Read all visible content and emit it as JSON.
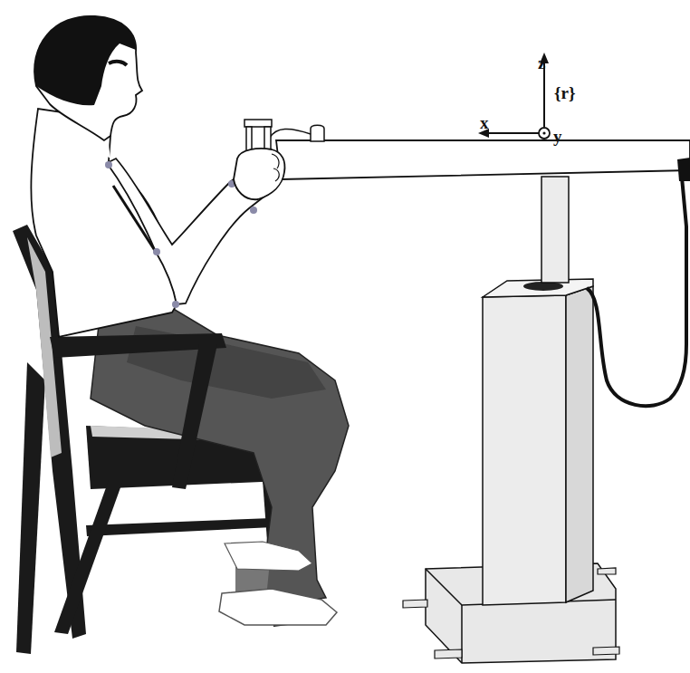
{
  "diagram": {
    "labels": [
      "z",
      "{r}",
      "x",
      "y"
    ]
  }
}
